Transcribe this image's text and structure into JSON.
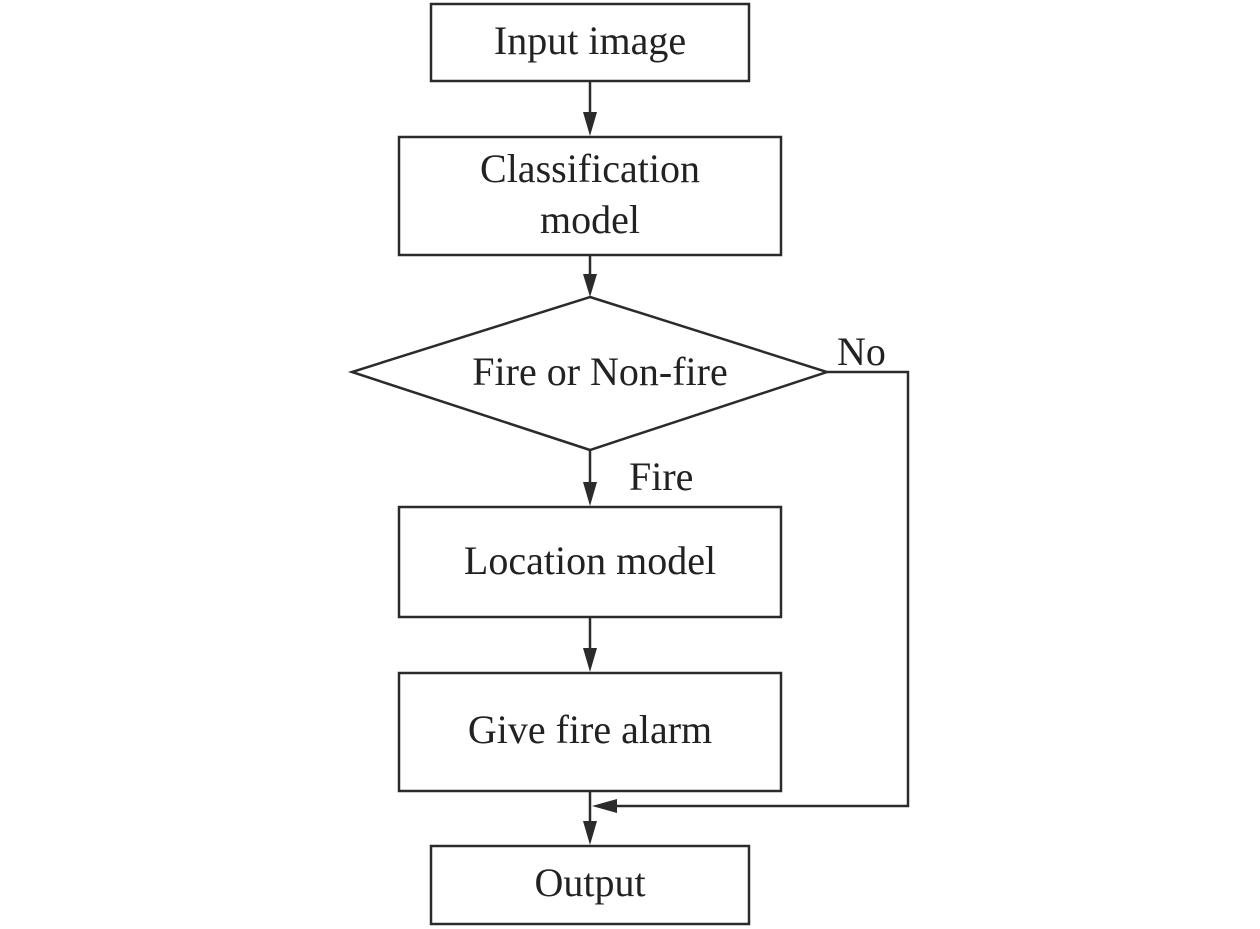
{
  "nodes": {
    "input": {
      "label": "Input image"
    },
    "classification": {
      "line1": "Classification",
      "line2": "model"
    },
    "decision": {
      "label": "Fire or Non-fire"
    },
    "location": {
      "label": "Location model"
    },
    "alarm": {
      "label": "Give fire alarm"
    },
    "output": {
      "label": "Output"
    }
  },
  "edges": {
    "yes_label": "Fire",
    "no_label": "No"
  },
  "colors": {
    "stroke": "#2b2b2b",
    "text": "#222222",
    "background": "#ffffff"
  }
}
